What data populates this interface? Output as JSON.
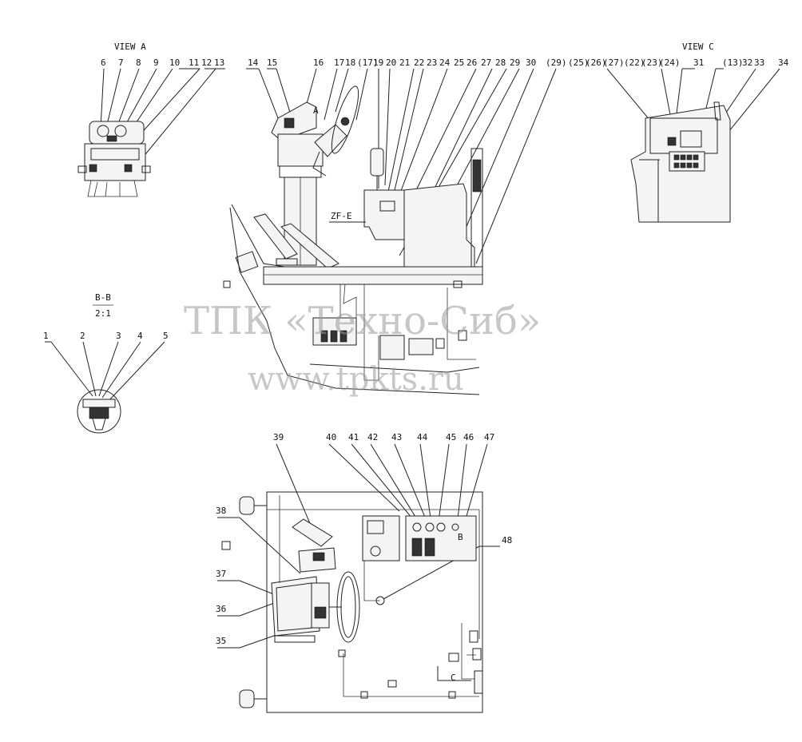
{
  "titles": {
    "view_a": "VIEW A",
    "view_c": "VIEW C",
    "section_bb": "B-B",
    "section_scale": "2:1",
    "zf_label": "ZF-E",
    "marker_a": "A",
    "marker_b": "B",
    "marker_c": "C"
  },
  "watermark": {
    "line1": "ТПК «Техно-Сиб»",
    "line2": "www.tpkts.ru"
  },
  "callouts": {
    "view_a": [
      "6",
      "7",
      "8",
      "9",
      "10",
      "11",
      "12",
      "13"
    ],
    "section_bb": [
      "1",
      "2",
      "3",
      "4",
      "5"
    ],
    "main_top": [
      "14",
      "15",
      "16",
      "17",
      "(17)",
      "18",
      "19",
      "20",
      "21",
      "22",
      "23",
      "24",
      "25",
      "26",
      "27",
      "28",
      "29",
      "30",
      "(29)"
    ],
    "view_c": [
      "(25)",
      "(26)",
      "(27)",
      "(22)",
      "(23)",
      "(24)",
      "31",
      "(13)",
      "32",
      "33",
      "34"
    ],
    "plan_top": [
      "39",
      "40",
      "41",
      "42",
      "43",
      "44",
      "45",
      "46",
      "47",
      "48"
    ],
    "plan_left": [
      "38",
      "37",
      "36",
      "35"
    ]
  }
}
